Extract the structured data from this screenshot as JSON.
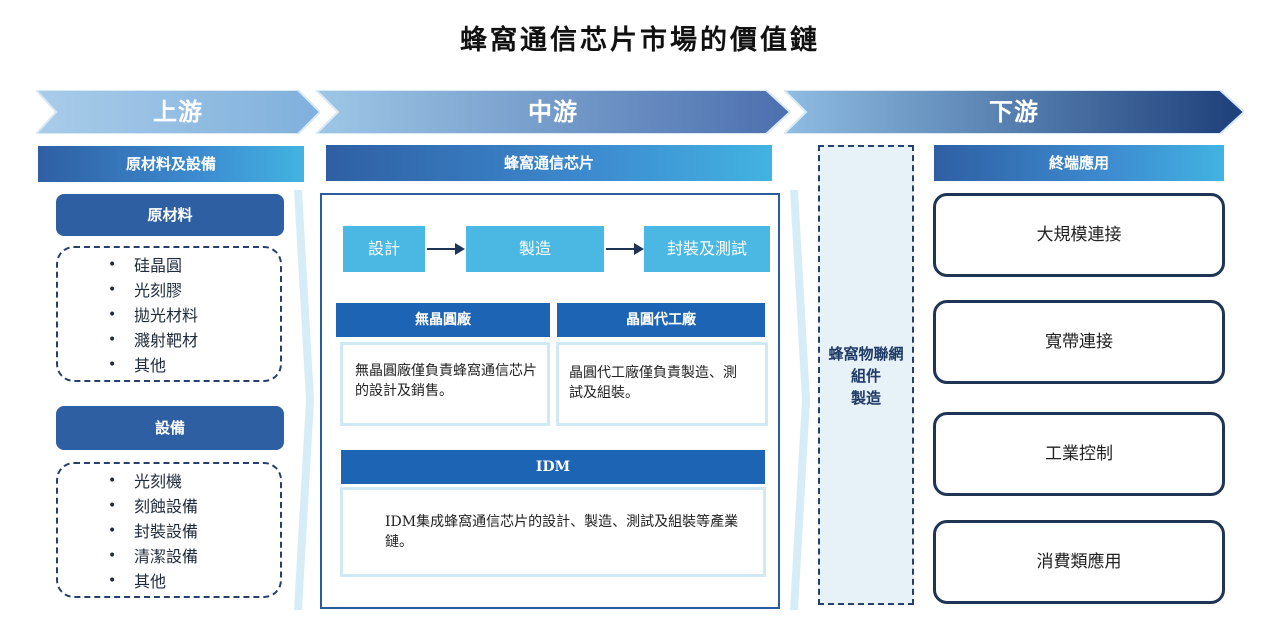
{
  "title": "蜂窩通信芯片市場的價值鏈",
  "stages": {
    "upstream": "上游",
    "midstream": "中游",
    "downstream": "下游"
  },
  "upstream": {
    "band": "原材料及設備",
    "materials": {
      "label": "原材料",
      "items": [
        "硅晶圓",
        "光刻膠",
        "拋光材料",
        "濺射靶材",
        "其他"
      ]
    },
    "equipment": {
      "label": "設備",
      "items": [
        "光刻機",
        "刻蝕設備",
        "封裝設備",
        "清潔設備",
        "其他"
      ]
    }
  },
  "midstream": {
    "band": "蜂窩通信芯片",
    "steps": [
      "設計",
      "製造",
      "封裝及測試"
    ],
    "fabless": {
      "header": "無晶圓廠",
      "desc": "無晶圓廠僅負責蜂窩通信芯片的設計及銷售。"
    },
    "foundry": {
      "header": "晶圓代工廠",
      "desc": "晶圓代工廠僅負責製造、測試及組裝。"
    },
    "idm": {
      "header": "IDM",
      "desc": "IDM集成蜂窩通信芯片的設計、製造、測試及組裝等產業鏈。"
    }
  },
  "iot": {
    "line1": "蜂窩物聯網",
    "line2": "組件",
    "line3": "製造"
  },
  "downstream": {
    "band": "終端應用",
    "items": [
      "大規模連接",
      "寬帶連接",
      "工業控制",
      "消費類應用"
    ]
  },
  "colors": {
    "chevron_light": "#b9d7ee",
    "chevron_mid": "#5b8fc6",
    "chevron_dark": "#1d3f7a",
    "band_start": "#2f5fa3",
    "band_end": "#42b3e1",
    "step_fill": "#4ab8e2",
    "header_fill": "#1e64b4",
    "outline_dark": "#1f3556"
  },
  "icons": [
    "arrow-right-icon",
    "bullet-icon"
  ]
}
